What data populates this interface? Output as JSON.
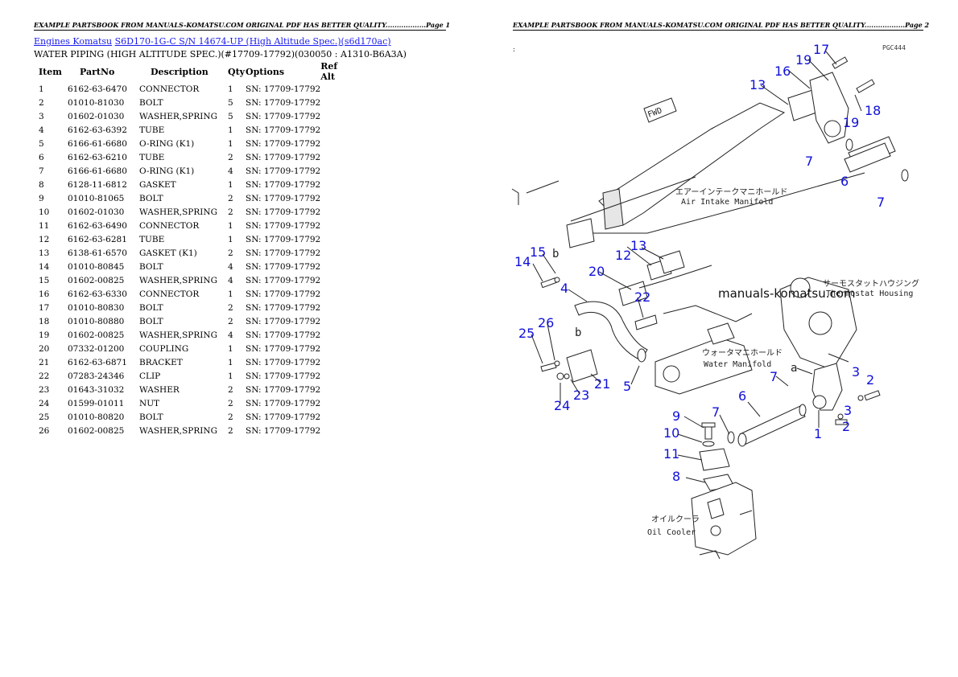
{
  "header": {
    "page1": "EXAMPLE PARTSBOOK FROM MANUALS-KOMATSU.COM ORIGINAL PDF HAS BETTER QUALITY..................Page 1",
    "page2": "EXAMPLE PARTSBOOK FROM MANUALS-KOMATSU.COM ORIGINAL PDF HAS BETTER QUALITY..................Page 2"
  },
  "breadcrumb": {
    "link1": "Engines Komatsu",
    "link2": "S6D170-1G-C S/N 14674-UP (High Altitude Spec.)(s6d170ac)"
  },
  "subtitle": "WATER PIPING (HIGH ALTITUDE SPEC.)(#17709-17792)(030050 : A1310-B6A3A)",
  "table": {
    "headers": [
      "Item",
      "PartNo",
      "Description",
      "Qty",
      "Options",
      "Ref Alt"
    ],
    "rows": [
      [
        "1",
        "6162-63-6470",
        "CONNECTOR",
        "1",
        "SN: 17709-17792"
      ],
      [
        "2",
        "01010-81030",
        "BOLT",
        "5",
        "SN: 17709-17792"
      ],
      [
        "3",
        "01602-01030",
        "WASHER,SPRING",
        "5",
        "SN: 17709-17792"
      ],
      [
        "4",
        "6162-63-6392",
        "TUBE",
        "1",
        "SN: 17709-17792"
      ],
      [
        "5",
        "6166-61-6680",
        "O-RING (K1)",
        "1",
        "SN: 17709-17792"
      ],
      [
        "6",
        "6162-63-6210",
        "TUBE",
        "2",
        "SN: 17709-17792"
      ],
      [
        "7",
        "6166-61-6680",
        "O-RING (K1)",
        "4",
        "SN: 17709-17792"
      ],
      [
        "8",
        "6128-11-6812",
        "GASKET",
        "1",
        "SN: 17709-17792"
      ],
      [
        "9",
        "01010-81065",
        "BOLT",
        "2",
        "SN: 17709-17792"
      ],
      [
        "10",
        "01602-01030",
        "WASHER,SPRING",
        "2",
        "SN: 17709-17792"
      ],
      [
        "11",
        "6162-63-6490",
        "CONNECTOR",
        "1",
        "SN: 17709-17792"
      ],
      [
        "12",
        "6162-63-6281",
        "TUBE",
        "1",
        "SN: 17709-17792"
      ],
      [
        "13",
        "6138-61-6570",
        "GASKET (K1)",
        "2",
        "SN: 17709-17792"
      ],
      [
        "14",
        "01010-80845",
        "BOLT",
        "4",
        "SN: 17709-17792"
      ],
      [
        "15",
        "01602-00825",
        "WASHER,SPRING",
        "4",
        "SN: 17709-17792"
      ],
      [
        "16",
        "6162-63-6330",
        "CONNECTOR",
        "1",
        "SN: 17709-17792"
      ],
      [
        "17",
        "01010-80830",
        "BOLT",
        "2",
        "SN: 17709-17792"
      ],
      [
        "18",
        "01010-80880",
        "BOLT",
        "2",
        "SN: 17709-17792"
      ],
      [
        "19",
        "01602-00825",
        "WASHER,SPRING",
        "4",
        "SN: 17709-17792"
      ],
      [
        "20",
        "07332-01200",
        "COUPLING",
        "1",
        "SN: 17709-17792"
      ],
      [
        "21",
        "6162-63-6871",
        "BRACKET",
        "1",
        "SN: 17709-17792"
      ],
      [
        "22",
        "07283-24346",
        "CLIP",
        "1",
        "SN: 17709-17792"
      ],
      [
        "23",
        "01643-31032",
        "WASHER",
        "2",
        "SN: 17709-17792"
      ],
      [
        "24",
        "01599-01011",
        "NUT",
        "2",
        "SN: 17709-17792"
      ],
      [
        "25",
        "01010-80820",
        "BOLT",
        "2",
        "SN: 17709-17792"
      ],
      [
        "26",
        "01602-00825",
        "WASHER,SPRING",
        "2",
        "SN: 17709-17792"
      ]
    ]
  },
  "diagram": {
    "figure_code": "PGC444",
    "watermark": "manuals-komatsu.com",
    "labels": {
      "air_intake_jp": "エアーインテークマニホールド",
      "air_intake_en": "Air Intake Manifold",
      "thermostat_jp": "サーモスタットハウジング",
      "thermostat_en": "Thermostat Housing",
      "water_manifold_jp": "ウォータマニホールド",
      "water_manifold_en": "Water Manifold",
      "oil_cooler_jp": "オイルクーラ",
      "oil_cooler_en": "Oil Cooler",
      "fwd": "FWD",
      "ref_a": "a",
      "ref_b": "b"
    },
    "callouts": [
      "1",
      "2",
      "2",
      "3",
      "3",
      "4",
      "5",
      "6",
      "6",
      "7",
      "7",
      "7",
      "7",
      "8",
      "9",
      "10",
      "11",
      "12",
      "13",
      "13",
      "14",
      "15",
      "16",
      "17",
      "18",
      "19",
      "19",
      "20",
      "21",
      "22",
      "23",
      "24",
      "25",
      "26"
    ]
  }
}
